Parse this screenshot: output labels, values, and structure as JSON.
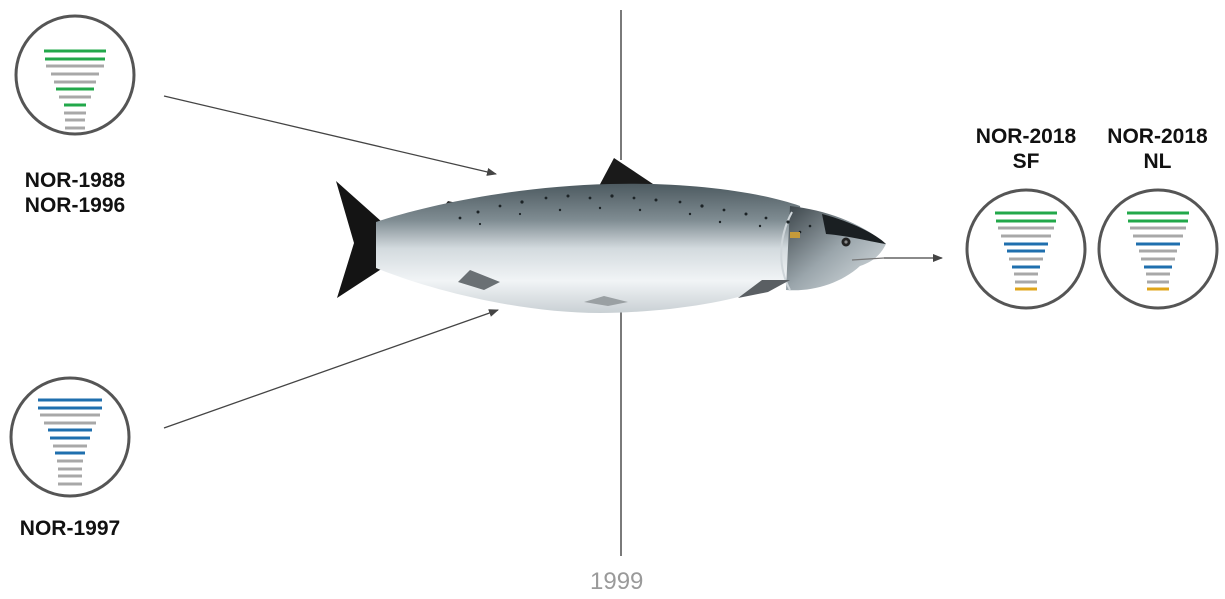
{
  "sources": [
    {
      "name": "NOR-1988",
      "name2": "NOR-1996"
    },
    {
      "name": "NOR-1997"
    }
  ],
  "targets": [
    {
      "line1": "NOR-2018",
      "line2": "SF"
    },
    {
      "line1": "NOR-2018",
      "line2": "NL"
    }
  ],
  "timeline_label": "1999",
  "colors": {
    "green": "#22a84a",
    "blue": "#1f6fae",
    "gray": "#a8a8a8",
    "gold": "#e0a51a",
    "circle": "#555555",
    "arrow": "#444444"
  },
  "icons": [
    "pedigree-circle-icon",
    "salmon-image",
    "arrow-icon"
  ]
}
